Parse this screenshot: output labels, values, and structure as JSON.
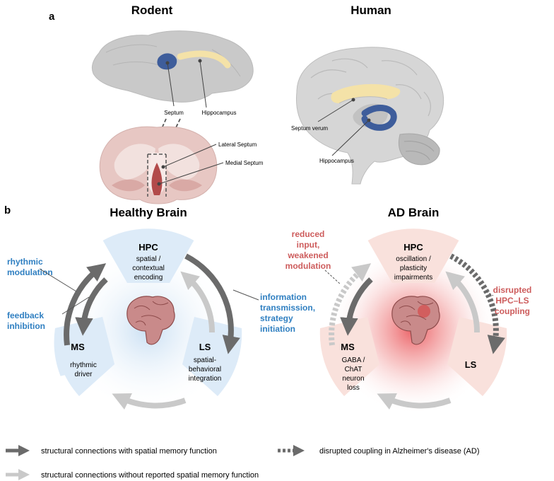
{
  "panel_a": {
    "label": "a",
    "rodent_title": "Rodent",
    "human_title": "Human",
    "rodent_labels": {
      "septum": "Septum",
      "hippocampus": "Hippocampus",
      "lateral_septum": "Lateral Septum",
      "medial_septum": "Medial Septum"
    },
    "human_labels": {
      "septum_verum": "Septum verum",
      "hippocampus": "Hippocampus"
    }
  },
  "panel_b": {
    "label": "b",
    "healthy": {
      "title": "Healthy Brain",
      "hpc": {
        "name": "HPC",
        "desc": [
          "spatial /",
          "contextual",
          "encoding"
        ]
      },
      "ms": {
        "name": "MS",
        "desc": [
          "rhythmic",
          "driver"
        ]
      },
      "ls": {
        "name": "LS",
        "desc": [
          "spatial-",
          "behavioral",
          "integration"
        ]
      },
      "annotations": {
        "rhythmic": [
          "rhythmic",
          "modulation"
        ],
        "feedback": [
          "feedback",
          "inhibition"
        ],
        "info": [
          "information",
          "transmission,",
          "strategy",
          "initiation"
        ]
      }
    },
    "ad": {
      "title": "AD Brain",
      "hpc": {
        "name": "HPC",
        "desc": [
          "oscillation /",
          "plasticity",
          "impairments"
        ]
      },
      "ms": {
        "name": "MS",
        "desc": [
          "GABA /",
          "ChAT",
          "neuron",
          "loss"
        ]
      },
      "ls": {
        "name": "LS"
      },
      "annotations": {
        "reduced": [
          "reduced",
          "input,",
          "weakened",
          "modulation"
        ],
        "disrupted": [
          "disrupted",
          "HPC–LS",
          "coupling"
        ]
      }
    }
  },
  "legend": {
    "solid_dark": "structural connections with spatial memory function",
    "dashed": "disrupted coupling in Alzheimer's disease (AD)",
    "solid_light": "structural connections without reported spatial memory function"
  },
  "colors": {
    "blue_text": "#2f7fc1",
    "red_text": "#cd5c5c",
    "healthy_sector": "#ddebf8",
    "ad_sector": "#f9e1dc",
    "dark_arrow": "#6b6b6b",
    "light_arrow": "#c9c9c9",
    "septum_blue": "#3e5d9b",
    "hippocampus_yellow": "#f4e2a8",
    "coronal_red": "#b24a4a"
  }
}
